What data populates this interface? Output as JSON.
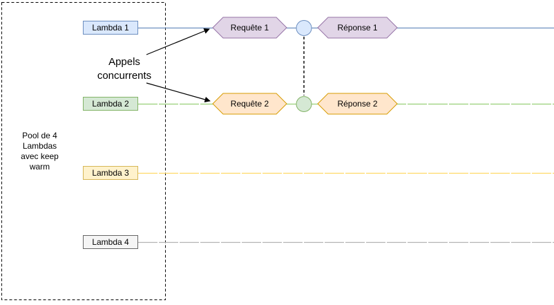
{
  "diagram": {
    "pool": {
      "label": "Pool de 4\nLambdas\navec keep\nwarm",
      "border_color": "#000000"
    },
    "annotation": {
      "label": "Appels\nconcurrents",
      "arrow_color": "#000000"
    },
    "lambdas": [
      {
        "label": "Lambda 1",
        "box_fill": "#DAE8FC",
        "box_stroke": "#6C8EBF",
        "line_color": "#6C8EBF"
      },
      {
        "label": "Lambda 2",
        "box_fill": "#D5E8D4",
        "box_stroke": "#82B366",
        "line_color": "#97D077"
      },
      {
        "label": "Lambda 3",
        "box_fill": "#FFF2CC",
        "box_stroke": "#D6B656",
        "line_color": "#FFD966"
      },
      {
        "label": "Lambda 4",
        "box_fill": "#F5F5F5",
        "box_stroke": "#666666",
        "line_color": "#B3B3B3"
      }
    ],
    "flows": [
      {
        "request_label": "Requête 1",
        "response_label": "Réponse 1",
        "hex_fill": "#E1D5E7",
        "hex_stroke": "#9673A6",
        "circle_fill": "#DAE8FC",
        "circle_stroke": "#6C8EBF"
      },
      {
        "request_label": "Requête 2",
        "response_label": "Réponse 2",
        "hex_fill": "#FFE6CC",
        "hex_stroke": "#D79B00",
        "circle_fill": "#D5E8D4",
        "circle_stroke": "#82B366"
      }
    ],
    "connector_color": "#000000"
  }
}
